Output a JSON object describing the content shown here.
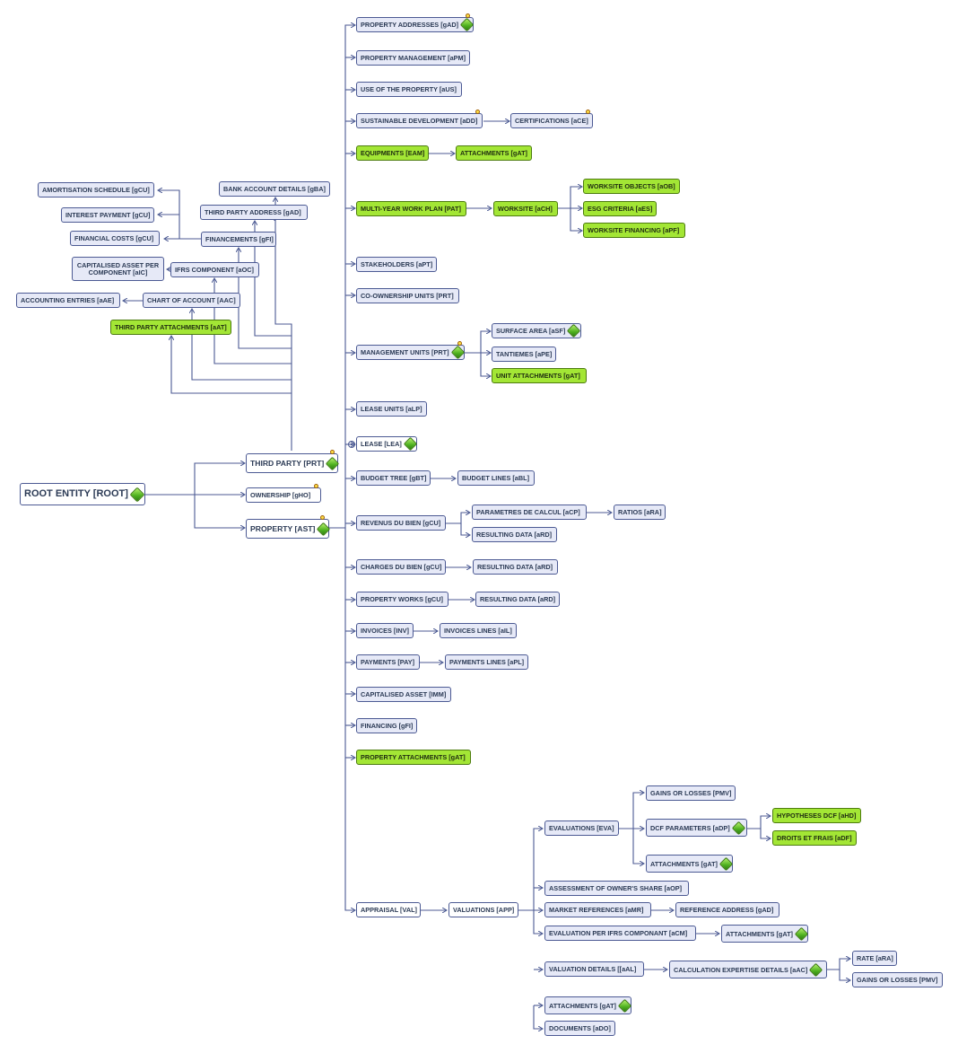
{
  "colors": {
    "line": "#4c5a93",
    "node_fill": "#e6e9f7",
    "node_border": "#4c5a93",
    "highlight_fill": "#a3e635",
    "text": "#2b3a55"
  },
  "icons": {
    "status": "green-diamond-icon",
    "marker": "yellow-dot-icon",
    "lease_symbol": "target-icon"
  },
  "nodes": {
    "root": "ROOT ENTITY [ROOT]",
    "third_party": "THIRD PARTY [PRT]",
    "ownership": "OWNERSHIP [gHO]",
    "property": "PROPERTY [AST]",
    "amortisation_schedule": "AMORTISATION SCHEDULE [gCU]",
    "interest_payment": "INTEREST PAYMENT [gCU]",
    "financial_costs": "FINANCIAL COSTS [gCU]",
    "capitalised_asset_per_component": "CAPITALISED ASSET PER COMPONENT [aIC]",
    "accounting_entries": "ACCOUNTING ENTRIES [aAE]",
    "bank_account_details": "BANK ACCOUNT DETAILS [gBA]",
    "third_party_address": "THIRD PARTY ADDRESS [gAD]",
    "financements": "FINANCEMENTS [gFI]",
    "ifrs_component": "IFRS COMPONENT [aOC]",
    "chart_of_account": "CHART OF ACCOUNT [AAC]",
    "third_party_attachments": "THIRD PARTY ATTACHMENTS [aAT]",
    "property_addresses": "PROPERTY ADDRESSES [gAD]",
    "property_management": "PROPERTY MANAGEMENT [aPM]",
    "use_of_property": "USE OF THE PROPERTY [aUS]",
    "sustainable_development": "SUSTAINABLE DEVELOPMENT [aDD]",
    "certifications": "CERTIFICATIONS [aCE]",
    "equipments": "EQUIPMENTS [EAM]",
    "equipments_attachments": "ATTACHMENTS [gAT]",
    "multi_year_work_plan": "MULTI-YEAR WORK PLAN [PAT]",
    "worksite": "WORKSITE [aCH]",
    "worksite_objects": "WORKSITE OBJECTS [aOB]",
    "esg_criteria": "ESG CRITERIA [aES]",
    "worksite_financing": "WORKSITE FINANCING [aPF]",
    "stakeholders": "STAKEHOLDERS [aPT]",
    "co_ownership_units": "CO-OWNERSHIP UNITS [PRT]",
    "management_units": "MANAGEMENT UNITS [PRT]",
    "surface_area": "SURFACE AREA [aSF]",
    "tantiemes": "TANTIEMES [aPE]",
    "unit_attachments": "UNIT ATTACHMENTS [gAT]",
    "lease_units": "LEASE UNITS [aLP]",
    "lease": "LEASE [LEA]",
    "budget_tree": "BUDGET TREE [gBT]",
    "budget_lines": "BUDGET LINES [aBL]",
    "revenus_du_bien": "REVENUS DU BIEN [gCU]",
    "parametres_de_calcul": "PARAMETRES DE CALCUL [aCP]",
    "ratios": "RATIOS [aRA]",
    "revenus_resulting_data": "RESULTING DATA [aRD]",
    "charges_du_bien": "CHARGES DU BIEN [gCU]",
    "charges_resulting_data": "RESULTING DATA [aRD]",
    "property_works": "PROPERTY WORKS [gCU]",
    "works_resulting_data": "RESULTING DATA [aRD]",
    "invoices": "INVOICES [INV]",
    "invoices_lines": "INVOICES LINES [aIL]",
    "payments": "PAYMENTS [PAY]",
    "payments_lines": "PAYMENTS LINES [aPL]",
    "capitalised_asset": "CAPITALISED ASSET [IMM]",
    "financing": "FINANCING [gFI]",
    "property_attachments": "PROPERTY ATTACHMENTS [gAT]",
    "appraisal": "APPRAISAL [VAL]",
    "valuations": "VALUATIONS [APP]",
    "evaluations": "EVALUATIONS [EVA]",
    "gains_or_losses_eval": "GAINS OR LOSSES [PMV]",
    "dcf_parameters": "DCF PARAMETERS [aDP]",
    "hypotheses_dcf": "HYPOTHESES DCF [aHD]",
    "droits_et_frais": "DROITS ET FRAIS [aDF]",
    "eval_attachments": "ATTACHMENTS [gAT]",
    "assessment_owner_share": "ASSESSMENT OF OWNER'S SHARE [aOP]",
    "market_references": "MARKET REFERENCES [aMR]",
    "reference_address": "REFERENCE ADDRESS [gAD]",
    "evaluation_per_ifrs": "EVALUATION PER IFRS COMPONANT [aCM]",
    "ifrs_attachments": "ATTACHMENTS [gAT]",
    "valuation_details": "VALUATION DETAILS [[aAL]",
    "calculation_expertise": "CALCULATION EXPERTISE DETAILS [aAC]",
    "rate": "RATE [aRA]",
    "gains_or_losses_calc": "GAINS OR LOSSES [PMV]",
    "valuations_attachments": "ATTACHMENTS [gAT]",
    "documents": "DOCUMENTS [aDO]"
  }
}
